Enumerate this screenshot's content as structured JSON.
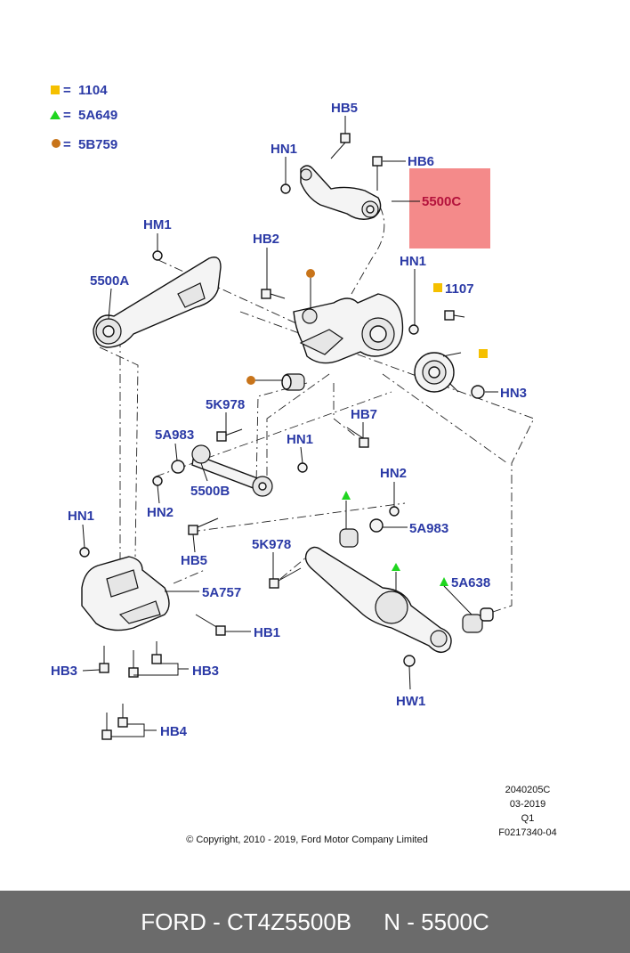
{
  "legend": [
    {
      "symbol": "square",
      "color": "#f5c000",
      "eq": "=",
      "code": "1104"
    },
    {
      "symbol": "triangle",
      "color": "#1fd51f",
      "eq": "=",
      "code": "5A649"
    },
    {
      "symbol": "circle",
      "color": "#c8741a",
      "eq": "=",
      "code": "5B759"
    }
  ],
  "callouts": {
    "hb5_top": "HB5",
    "hn1_top": "HN1",
    "hb6": "HB6",
    "p5500c": "5500C",
    "hm1": "HM1",
    "hb2": "HB2",
    "hn1_mid": "HN1",
    "p1107": "1107",
    "p5500a": "5500A",
    "hn3": "HN3",
    "p5k978_a": "5K978",
    "hb7": "HB7",
    "p5a983_a": "5A983",
    "hn1_low": "HN1",
    "p5500b": "5500B",
    "hn2_a": "HN2",
    "hn2_b": "HN2",
    "p5a983_b": "5A983",
    "hn1_left": "HN1",
    "hb5_low": "HB5",
    "p5k978_b": "5K978",
    "p5a638": "5A638",
    "p5a757": "5A757",
    "hb1": "HB1",
    "hb3_left": "HB3",
    "hb3_right": "HB3",
    "hb4": "HB4",
    "hw1": "HW1"
  },
  "highlight_color": "#f48a8a",
  "doc_info": [
    "2040205C",
    "03-2019",
    "Q1",
    "F0217340-04"
  ],
  "copyright": "© Copyright, 2010 - 2019, Ford Motor Company Limited",
  "footer": {
    "left": "FORD - CT4Z5500B",
    "right": "N - 5500C",
    "background": "#6b6b6b"
  }
}
